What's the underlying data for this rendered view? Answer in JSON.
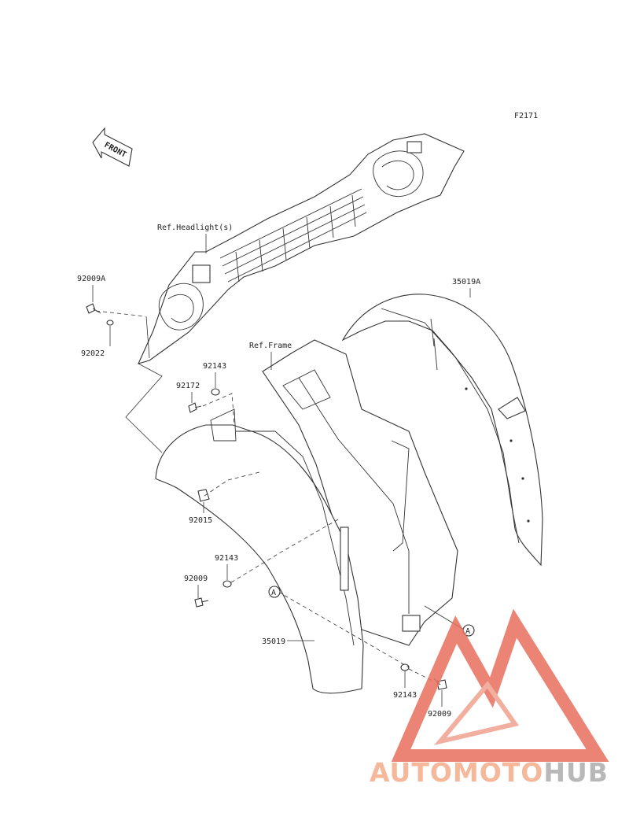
{
  "figure_code": "F2171",
  "direction_arrow": "FRONT",
  "references": {
    "headlight": "Ref.Headlight(s)",
    "frame": "Ref.Frame"
  },
  "part_numbers": {
    "p92009A": "92009A",
    "p92022": "92022",
    "p92143_top": "92143",
    "p92172": "92172",
    "p92015": "92015",
    "p92143_mid": "92143",
    "p92009_mid": "92009",
    "p35019": "35019",
    "p35019A": "35019A",
    "p92143_bot": "92143",
    "p92009_bot": "92009"
  },
  "connector_marks": {
    "left": "A",
    "right": "A"
  },
  "watermark": {
    "part1": "AUTOMOTO",
    "part2": "HUB",
    "colors": {
      "triangle": "#e86f5c",
      "text_light": "#f5b89a",
      "text_grey": "#b8b8b8"
    }
  }
}
